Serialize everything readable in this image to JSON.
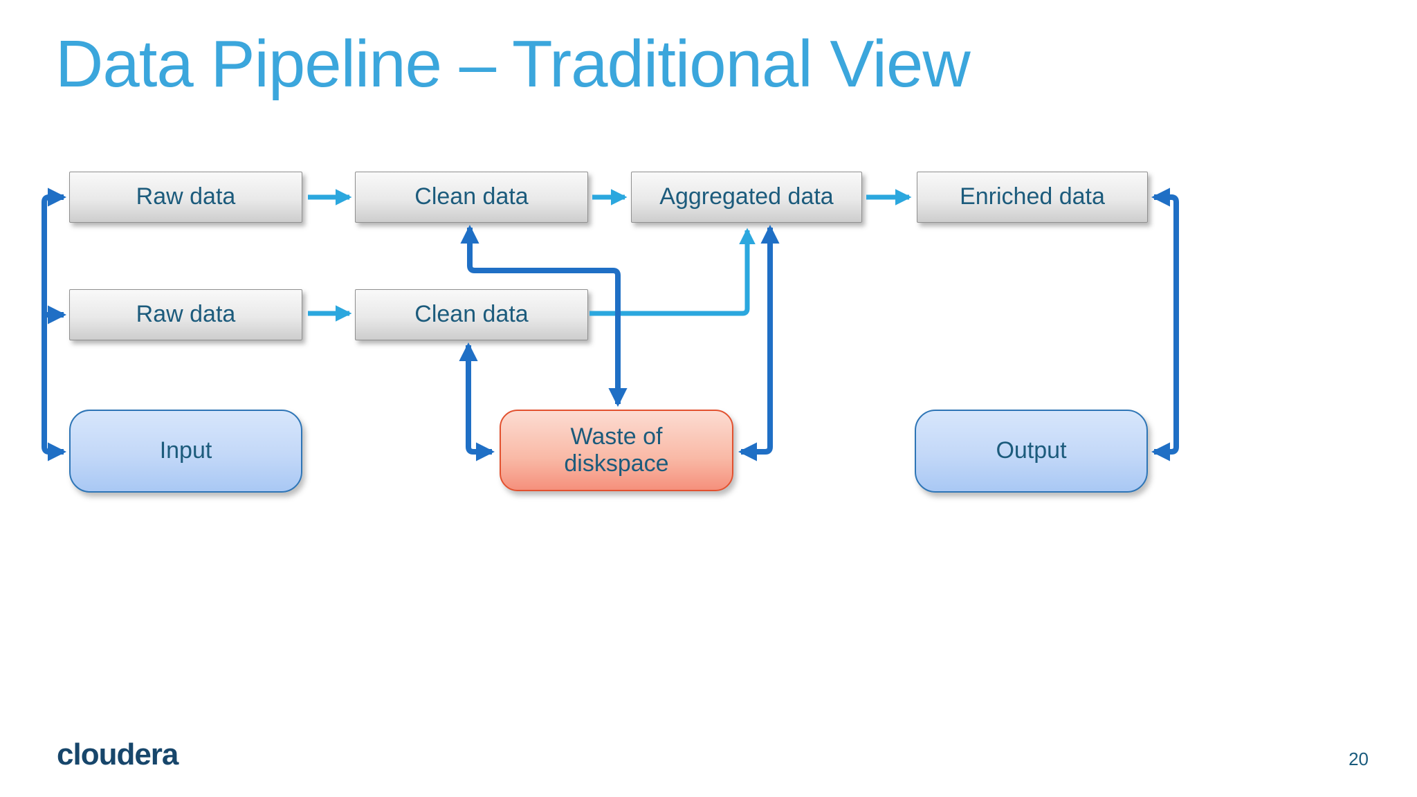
{
  "slide": {
    "title": "Data Pipeline – Traditional View",
    "page_number": "20",
    "footer_logo": "cloudera"
  },
  "colors": {
    "title": "#3BA6DC",
    "arrow_light": "#2BA7DE",
    "arrow_dark": "#1F6FC5",
    "node_text": "#1C5B7C",
    "gray_box_top": "#F9F9F9",
    "gray_box_bottom": "#CDCDCD",
    "gray_box_border": "#8F8F8F",
    "blue_box_top": "#D7E6FB",
    "blue_box_bottom": "#A9C8F4",
    "blue_box_border": "#2E75B6",
    "red_box_top": "#FCDCD2",
    "red_box_bottom": "#F5907C",
    "red_box_border": "#E2512F",
    "logo": "#17466B",
    "page_number": "#1A5B7D"
  },
  "diagram": {
    "nodes": [
      {
        "id": "raw-data-1",
        "label": "Raw data",
        "shape": "rect",
        "fill": "gray"
      },
      {
        "id": "clean-data-1",
        "label": "Clean data",
        "shape": "rect",
        "fill": "gray"
      },
      {
        "id": "aggregated-data",
        "label": "Aggregated data",
        "shape": "rect",
        "fill": "gray"
      },
      {
        "id": "enriched-data",
        "label": "Enriched data",
        "shape": "rect",
        "fill": "gray"
      },
      {
        "id": "raw-data-2",
        "label": "Raw data",
        "shape": "rect",
        "fill": "gray"
      },
      {
        "id": "clean-data-2",
        "label": "Clean data",
        "shape": "rect",
        "fill": "gray"
      },
      {
        "id": "input",
        "label": "Input",
        "shape": "rounded",
        "fill": "blue"
      },
      {
        "id": "waste-of-diskspace",
        "label": "Waste of diskspace",
        "lines": [
          "Waste of",
          "diskspace"
        ],
        "shape": "rounded",
        "fill": "red"
      },
      {
        "id": "output",
        "label": "Output",
        "shape": "rounded",
        "fill": "blue"
      }
    ],
    "edges": [
      {
        "rail": "left",
        "targets": [
          "raw-data-1",
          "raw-data-2",
          "input"
        ],
        "style": "dark",
        "arrows": "into-targets"
      },
      {
        "from": "raw-data-1",
        "to": "clean-data-1",
        "style": "light"
      },
      {
        "from": "clean-data-1",
        "to": "aggregated-data",
        "style": "light"
      },
      {
        "from": "aggregated-data",
        "to": "enriched-data",
        "style": "light"
      },
      {
        "from": "raw-data-2",
        "to": "clean-data-2",
        "style": "light"
      },
      {
        "from": "clean-data-2",
        "to": "aggregated-data",
        "style": "light"
      },
      {
        "between": [
          "clean-data-1",
          "waste-of-diskspace"
        ],
        "style": "dark",
        "double_headed": true
      },
      {
        "between": [
          "clean-data-2",
          "waste-of-diskspace"
        ],
        "style": "dark",
        "double_headed": true
      },
      {
        "between": [
          "aggregated-data",
          "waste-of-diskspace"
        ],
        "style": "dark",
        "double_headed": true
      },
      {
        "rail": "right",
        "targets": [
          "enriched-data",
          "output"
        ],
        "style": "dark",
        "arrows": "into-targets"
      }
    ]
  }
}
